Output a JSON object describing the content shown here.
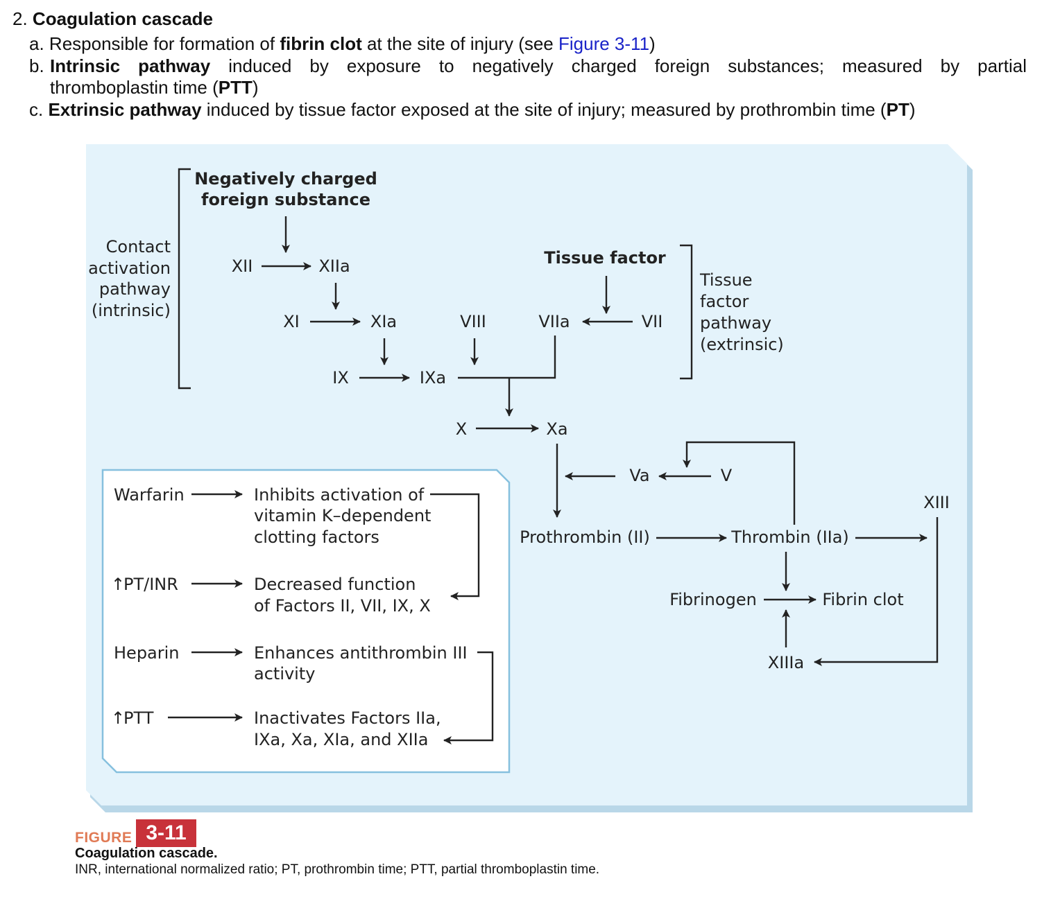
{
  "outline": {
    "heading_num": "2.",
    "heading": "Coagulation cascade",
    "a": {
      "marker": "a.",
      "pre": "Responsible for formation of ",
      "bold": "fibrin clot",
      "mid": " at the site of injury (see ",
      "link": "Figure 3-11",
      "post": ")"
    },
    "b": {
      "marker": "b.",
      "bold": "Intrinsic pathway",
      "text1": " induced by exposure to negatively charged foreign substances; measured by partial",
      "text2_pre": "thromboplastin time (",
      "text2_bold": "PTT",
      "text2_post": ")"
    },
    "c": {
      "marker": "c.",
      "bold": "Extrinsic pathway",
      "text": " induced by tissue factor exposed at the site of injury; measured by prothrombin time (",
      "bold2": "PT",
      "post": ")"
    }
  },
  "diagram": {
    "neg_charged_1": "Negatively charged",
    "neg_charged_2": "foreign substance",
    "contact_1": "Contact",
    "contact_2": "activation",
    "contact_3": "pathway",
    "contact_4": "(intrinsic)",
    "tissue_factor": "Tissue factor",
    "tf_path_1": "Tissue",
    "tf_path_2": "factor",
    "tf_path_3": "pathway",
    "tf_path_4": "(extrinsic)",
    "XII": "XII",
    "XIIa": "XIIa",
    "XI": "XI",
    "XIa": "XIa",
    "VIII": "VIII",
    "VIIa": "VIIa",
    "VII": "VII",
    "IX": "IX",
    "IXa": "IXa",
    "X": "X",
    "Xa": "Xa",
    "Va": "Va",
    "V": "V",
    "XIII": "XIII",
    "prothrombin": "Prothrombin (II)",
    "thrombin": "Thrombin (IIa)",
    "fibrinogen": "Fibrinogen",
    "fibrin_clot": "Fibrin clot",
    "XIIIa": "XIIIa",
    "drugs": {
      "warfarin": "Warfarin",
      "warfarin_eff_1": "Inhibits activation of",
      "warfarin_eff_2": "vitamin K–dependent",
      "warfarin_eff_3": "clotting factors",
      "pt_inr": "PT/INR",
      "pt_eff_1": "Decreased function",
      "pt_eff_2": "of Factors II, VII, IX, X",
      "heparin": "Heparin",
      "heparin_eff_1": "Enhances antithrombin III",
      "heparin_eff_2": "activity",
      "ptt": "PTT",
      "ptt_eff_1": "Inactivates Factors IIa,",
      "ptt_eff_2": "IXa, Xa, XIa, and XIIa",
      "up_arrow": "↑"
    }
  },
  "caption": {
    "figure_word": "FIGURE",
    "figure_num": "3-11",
    "title": "Coagulation cascade.",
    "text": "INR, international normalized ratio; PT, prothrombin time; PTT, partial thromboplastin time."
  },
  "colors": {
    "panel": "#e4f3fb",
    "panel_shadow": "#b9d7e8",
    "link": "#1a23c8",
    "badge": "#c8323a",
    "figure_word": "#e07a55"
  }
}
